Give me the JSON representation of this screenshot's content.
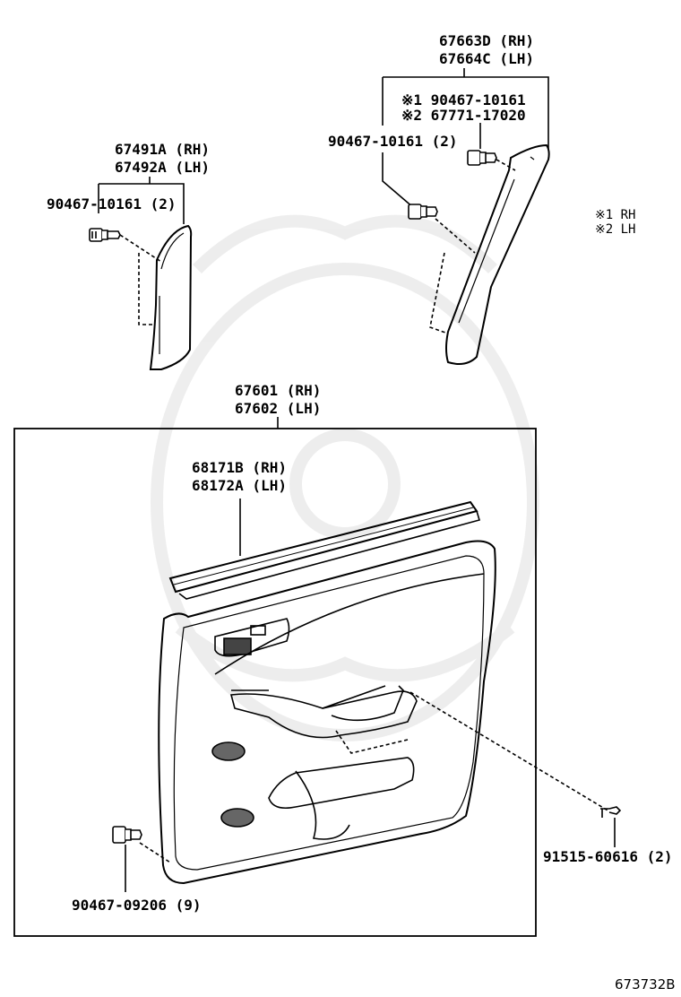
{
  "parts": {
    "upper_right_trim": {
      "rh": "67663D (RH)",
      "lh": "67664C (LH)"
    },
    "upper_right_clip_variants": {
      "v1": "※1 90467-10161",
      "v2": "※2 67771-17020"
    },
    "upper_right_clip": "90467-10161 (2)",
    "upper_left_trim": {
      "rh": "67491A (RH)",
      "lh": "67492A (LH)"
    },
    "upper_left_clip": "90467-10161 (2)",
    "door_trim_board": {
      "rh": "67601 (RH)",
      "lh": "67602 (LH)"
    },
    "weatherstrip": {
      "rh": "68171B (RH)",
      "lh": "68172A (LH)"
    },
    "screw": "91515-60616 (2)",
    "bottom_clip": "90467-09206 (9)"
  },
  "legend": {
    "l1": "※1 RH",
    "l2": "※2 LH"
  },
  "diagram_code": "673732B"
}
